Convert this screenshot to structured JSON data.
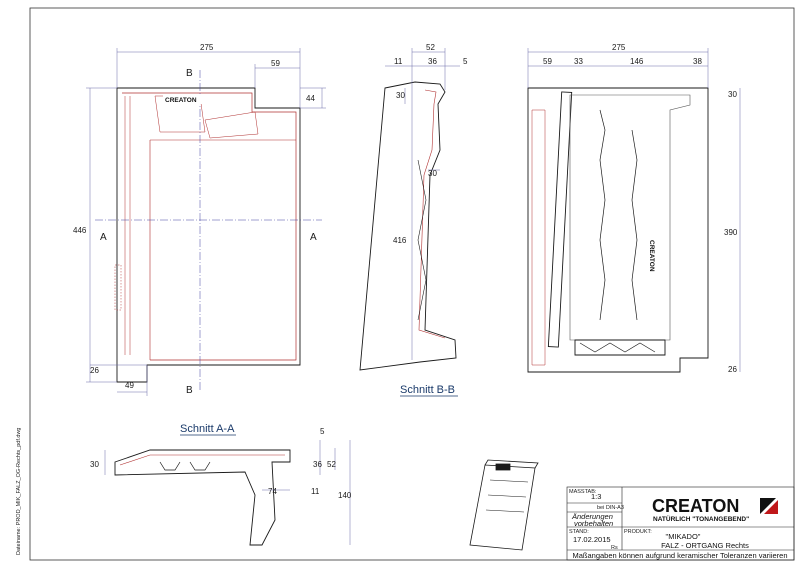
{
  "views": {
    "plan": {
      "section_marks": {
        "b_top": "B",
        "b_bottom": "B",
        "a_left": "A",
        "a_right": "A"
      },
      "dims": {
        "width": "275",
        "top_offset": "59",
        "right_step": "44",
        "height": "446",
        "bottom": "26",
        "bottom_left": "49"
      },
      "logo": "CREATON"
    },
    "section_bb": {
      "title": "Schnitt B-B",
      "dims": {
        "total": "52",
        "a": "11",
        "b": "36",
        "c": "5",
        "top": "30",
        "mid": "30",
        "height": "416"
      }
    },
    "underside": {
      "dims": {
        "width": "275",
        "a": "59",
        "b": "33",
        "c": "146",
        "d": "38",
        "top": "30",
        "height": "390",
        "bottom": "26"
      },
      "logo": "CREATON"
    },
    "section_aa": {
      "title": "Schnitt A-A",
      "dims": {
        "left": "30",
        "top": "5",
        "a": "36",
        "b": "52",
        "c": "74",
        "d": "11",
        "depth": "140"
      }
    }
  },
  "side_text": "Dateiname: PROD_MIK_FALZ_OG-Rechts_pdf.dwg",
  "title_block": {
    "scale_label": "MASSTAB:",
    "scale": "1:3",
    "scale_note": "bei DIN-A3",
    "changes_1": "Änderungen",
    "changes_2": "vorbehalten",
    "date_label": "STAND:",
    "date": "17.02.2015",
    "initials": "Rs",
    "product_label": "PRODUKT:",
    "product": "\"MIKADO\"",
    "product_sub": "FALZ - ORTGANG Rechts",
    "brand": "CREATON",
    "slogan": "NATÜRLICH \"TONANGEBEND\"",
    "footer": "Maßangaben können aufgrund keramischer Toleranzen variieren"
  },
  "colors": {
    "line": "#1a1a1a",
    "dim": "#6a6aa8",
    "red": "#b03030",
    "axis": "#4040a0"
  }
}
